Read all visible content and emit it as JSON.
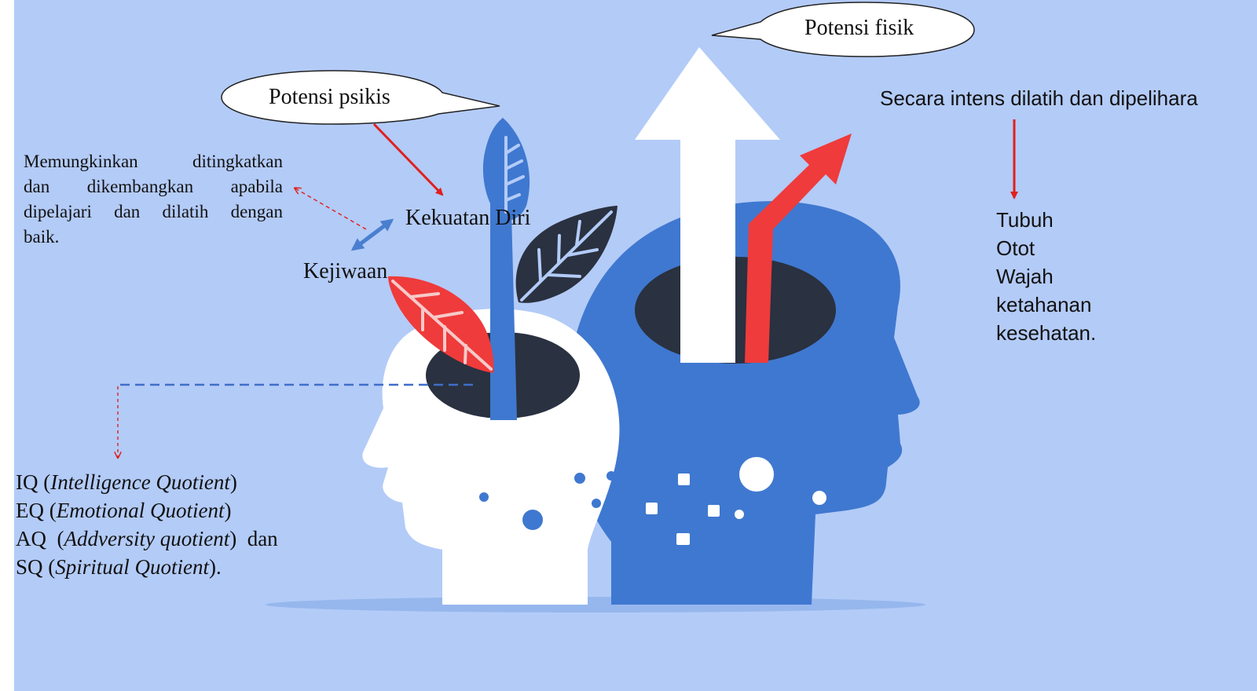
{
  "bubbles": {
    "fisik": "Potensi fisik",
    "psikis": "Potensi psikis"
  },
  "labels": {
    "kekuatan_diri": "Kekuatan Diri",
    "kejiwaan": "Kejiwaan",
    "intens": "Secara intens dilatih dan dipelihara"
  },
  "psikis_description": [
    "Memungkinkan ditingkatkan",
    "dan dikembangkan apabila",
    "dipelajari dan dilatih dengan",
    "baik."
  ],
  "fisik_items": [
    "Tubuh",
    "Otot",
    "Wajah",
    "ketahanan",
    "kesehatan."
  ],
  "quotients": [
    {
      "abbr": "IQ",
      "open": "(",
      "name": "Intelligence Quotient",
      "close": ")",
      "suffix": ""
    },
    {
      "abbr": "EQ",
      "open": "(",
      "name": "Emotional Quotient",
      "close": ")",
      "suffix": ""
    },
    {
      "abbr": "AQ",
      "open": "(",
      "name": "Addversity quotient",
      "close": ")",
      "suffix": " dan"
    },
    {
      "abbr": "SQ",
      "open": "(",
      "name": "Spiritual Quotient",
      "close": ").",
      "suffix": ""
    }
  ],
  "colors": {
    "background": "#b3cbf7",
    "blue_head": "#3f78d0",
    "white_head": "#ffffff",
    "dark": "#2a3140",
    "red": "#ef3b3b",
    "annotation_red": "#e0201e"
  }
}
